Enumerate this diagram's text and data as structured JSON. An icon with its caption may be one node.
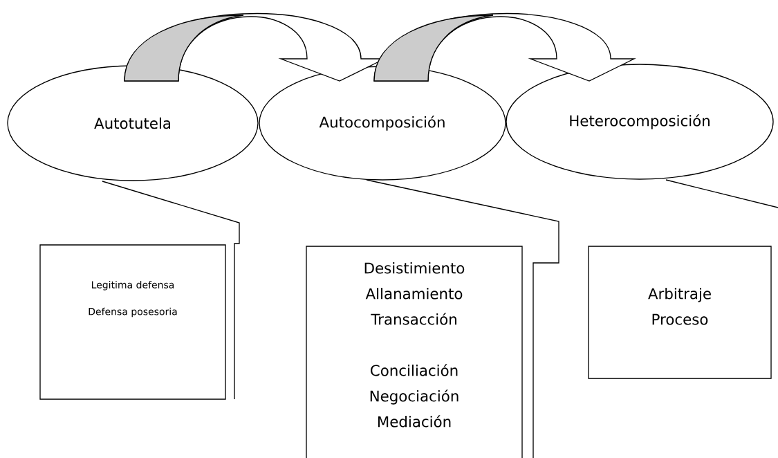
{
  "diagram": {
    "nodes": [
      {
        "text": [
          "Autotutela"
        ]
      },
      {
        "text": [
          "Autocomposición"
        ]
      },
      {
        "text": [
          "Heterocomposición"
        ]
      },
      {
        "text": [
          "Legitima defensa",
          "Defensa posesoria"
        ]
      },
      {
        "text": [
          "Desistimiento Allanamiento Transacción",
          "Conciliación Negociación Mediación"
        ]
      },
      {
        "text": [
          "Arbitraje Proceso"
        ]
      }
    ],
    "edges": [
      {
        "from": 0,
        "to": 1,
        "arrow": "to"
      },
      {
        "from": 1,
        "to": 2,
        "arrow": "to"
      },
      {
        "from": 0,
        "to": 3,
        "arrow": "none"
      },
      {
        "from": 1,
        "to": 4,
        "arrow": "none"
      },
      {
        "from": 2,
        "to": null,
        "arrow": "none"
      }
    ]
  }
}
